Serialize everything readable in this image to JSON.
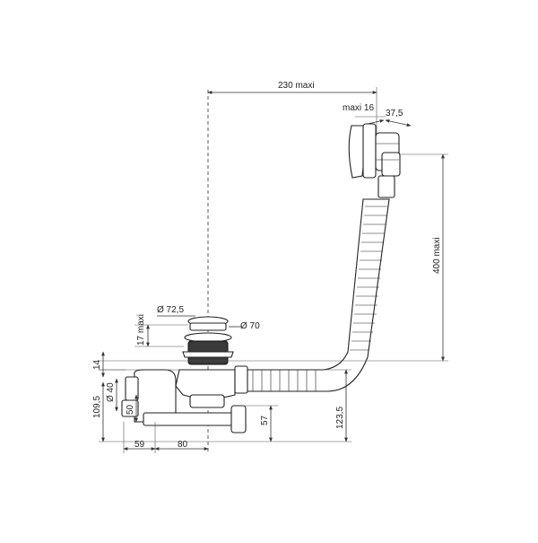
{
  "dimensions": {
    "width_230": "230 maxi",
    "overflow_max16": "maxi 16",
    "overflow_37_5": "37,5",
    "height_400": "400 maxi",
    "cap_d72_5": "Ø 72,5",
    "plug_d70": "Ø 70",
    "plug_17": "17 maxi",
    "level_14": "14",
    "height_109_5": "109,5",
    "pipe_d40": "Ø 40",
    "pipe_50": "50",
    "width_59": "59",
    "width_80": "80",
    "height_57": "57",
    "height_123_5": "123,5"
  }
}
